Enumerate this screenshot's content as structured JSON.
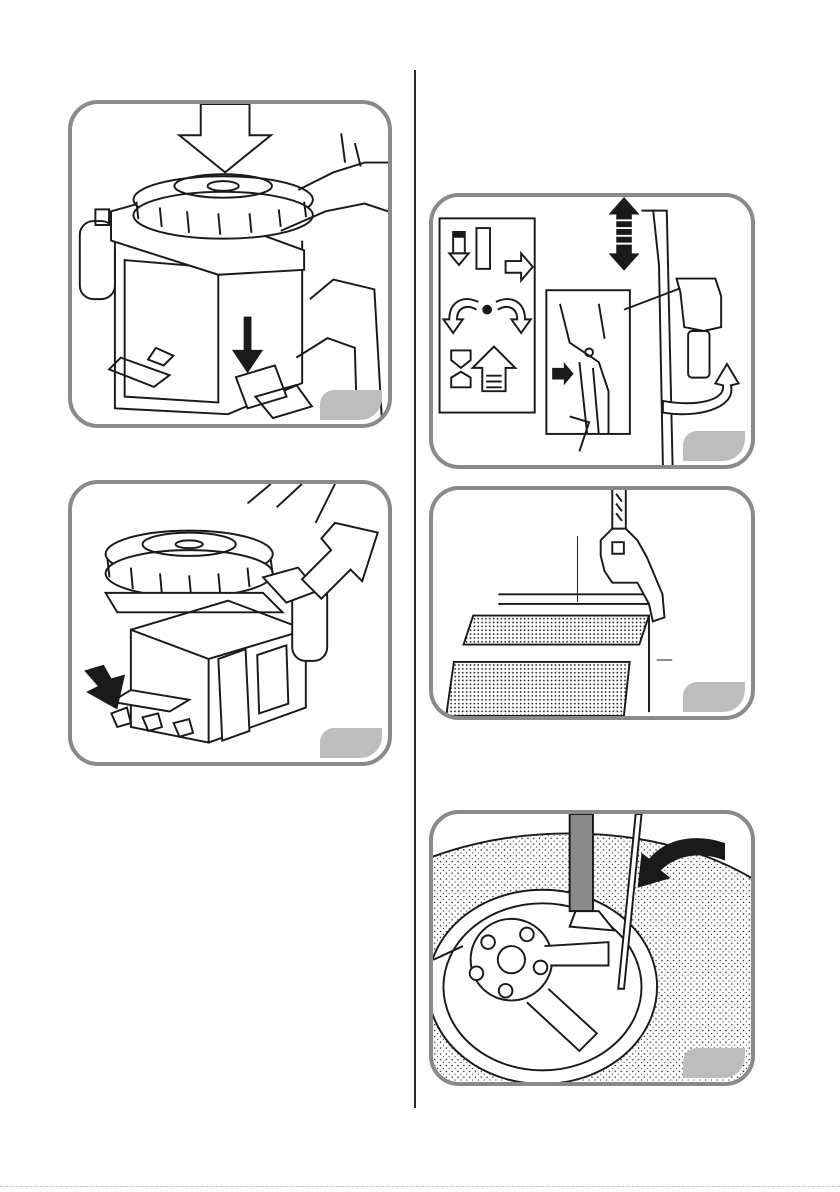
{
  "figures": [
    {
      "id": "fig-1",
      "subject": "tire-placed-on-turntable",
      "tag": ""
    },
    {
      "id": "fig-2",
      "subject": "tire-on-machine-side-view",
      "tag": ""
    },
    {
      "id": "fig-3",
      "subject": "mount-demount-head-controls",
      "tag": ""
    },
    {
      "id": "fig-4",
      "subject": "head-to-rim-clearance-detail",
      "tag": ""
    },
    {
      "id": "fig-5",
      "subject": "bead-lever-insertion",
      "tag": ""
    }
  ],
  "icons": [
    "down-arrow-icon",
    "up-down-arrow-icon",
    "rotate-arrow-icon",
    "curved-arrow-icon",
    "pedal-arrow-icon"
  ],
  "colors": {
    "panel_border": "#8a8a8a",
    "tag_fill": "#bdbdbd",
    "ink": "#1a1a1a"
  }
}
